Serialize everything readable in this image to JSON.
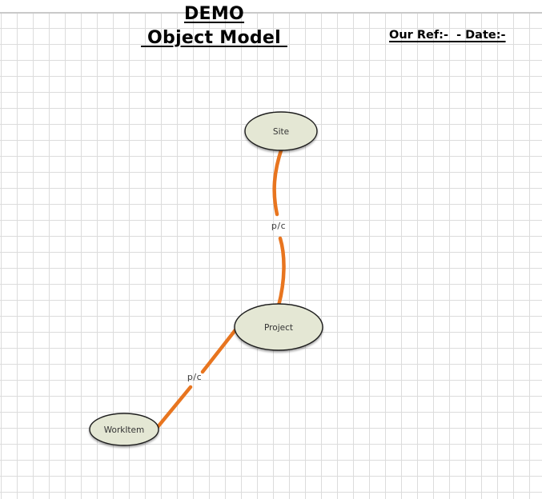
{
  "header": {
    "title_line1": "DEMO",
    "title_line2": " Object Model ",
    "ref_label": "Our Ref:-  - Date:-"
  },
  "diagram": {
    "nodes": [
      {
        "id": "site",
        "label": "Site"
      },
      {
        "id": "project",
        "label": "Project"
      },
      {
        "id": "workitem",
        "label": "WorkItem"
      }
    ],
    "connectors": [
      {
        "from": "Site",
        "to": "Project",
        "label": "p/c"
      },
      {
        "from": "Project",
        "to": "WorkItem",
        "label": "p/c"
      }
    ],
    "colors": {
      "connector": "#e8751f",
      "node_fill": "#e4e7d4",
      "node_border": "#1f1f1f",
      "node_text": "#333333",
      "edge_text": "#3a3a3a",
      "grid_line": "#dcdcdc"
    }
  }
}
